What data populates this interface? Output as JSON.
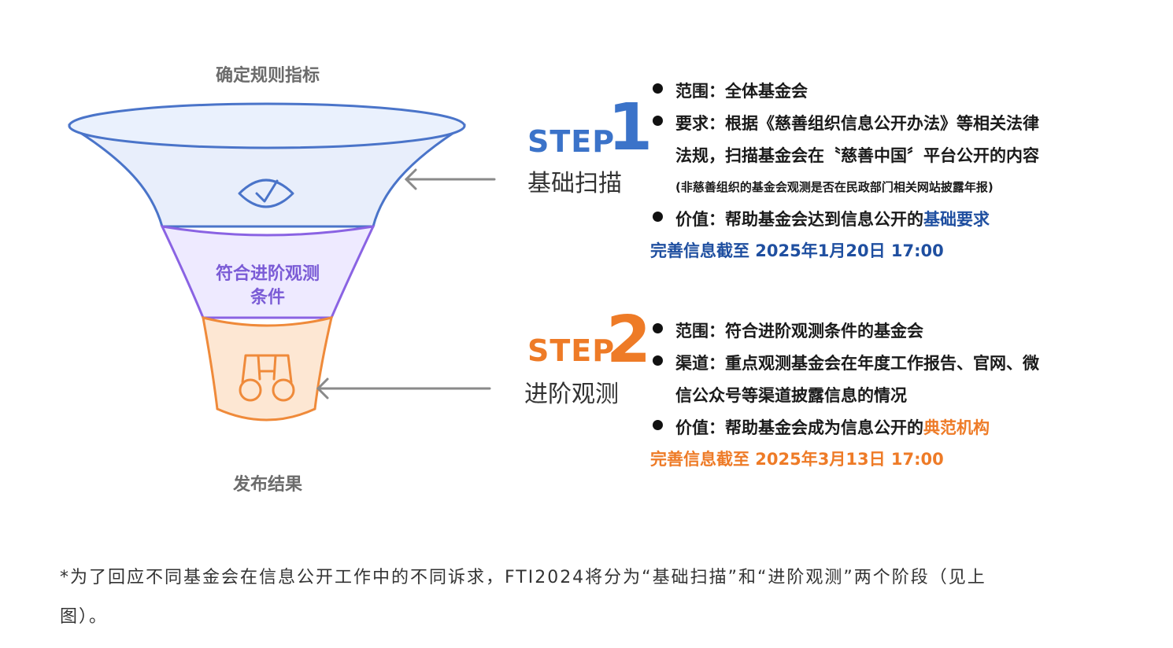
{
  "funnel": {
    "top_label": "确定规则指标",
    "middle_label_line1": "符合进阶观测",
    "middle_label_line2": "条件",
    "bottom_label": "发布结果"
  },
  "step1": {
    "word": "STEP",
    "number": "1",
    "subtitle": "基础扫描",
    "bullets": [
      {
        "text": "范围：全体基金会"
      },
      {
        "text": "要求：根据《慈善组织信息公开办法》等相关法律"
      },
      {
        "text": "法规，扫描基金会在〝慈善中国〞平台公开的内容"
      },
      {
        "text": "(非慈善组织的基金会观测是否在民政部门相关网站披露年报)"
      },
      {
        "prefix": "价值：帮助基金会达到信息公开的",
        "highlight": "基础要求"
      }
    ],
    "deadline": "完善信息截至  2025年1月20日  17:00",
    "color": "#3b73c9"
  },
  "step2": {
    "word": "STEP",
    "number": "2",
    "subtitle": "进阶观测",
    "bullets": [
      {
        "text": "范围：符合进阶观测条件的基金会"
      },
      {
        "text": "渠道：重点观测基金会在年度工作报告、官网、微"
      },
      {
        "text": "信公众号等渠道披露信息的情况"
      },
      {
        "prefix": "价值：帮助基金会成为信息公开的",
        "highlight": "典范机构"
      }
    ],
    "deadline": "完善信息截至  2025年3月13日  17:00",
    "color": "#ee7b27"
  },
  "icons": {
    "top_section": "eye-check-icon",
    "bottom_section": "binoculars-icon",
    "arrows": "arrow-left-icon"
  },
  "footnote": {
    "line1": "*为了回应不同基金会在信息公开工作中的不同诉求，FTI2024将分为“基础扫描”和“进阶观测”两个阶段（见上",
    "line2": "图）。"
  }
}
